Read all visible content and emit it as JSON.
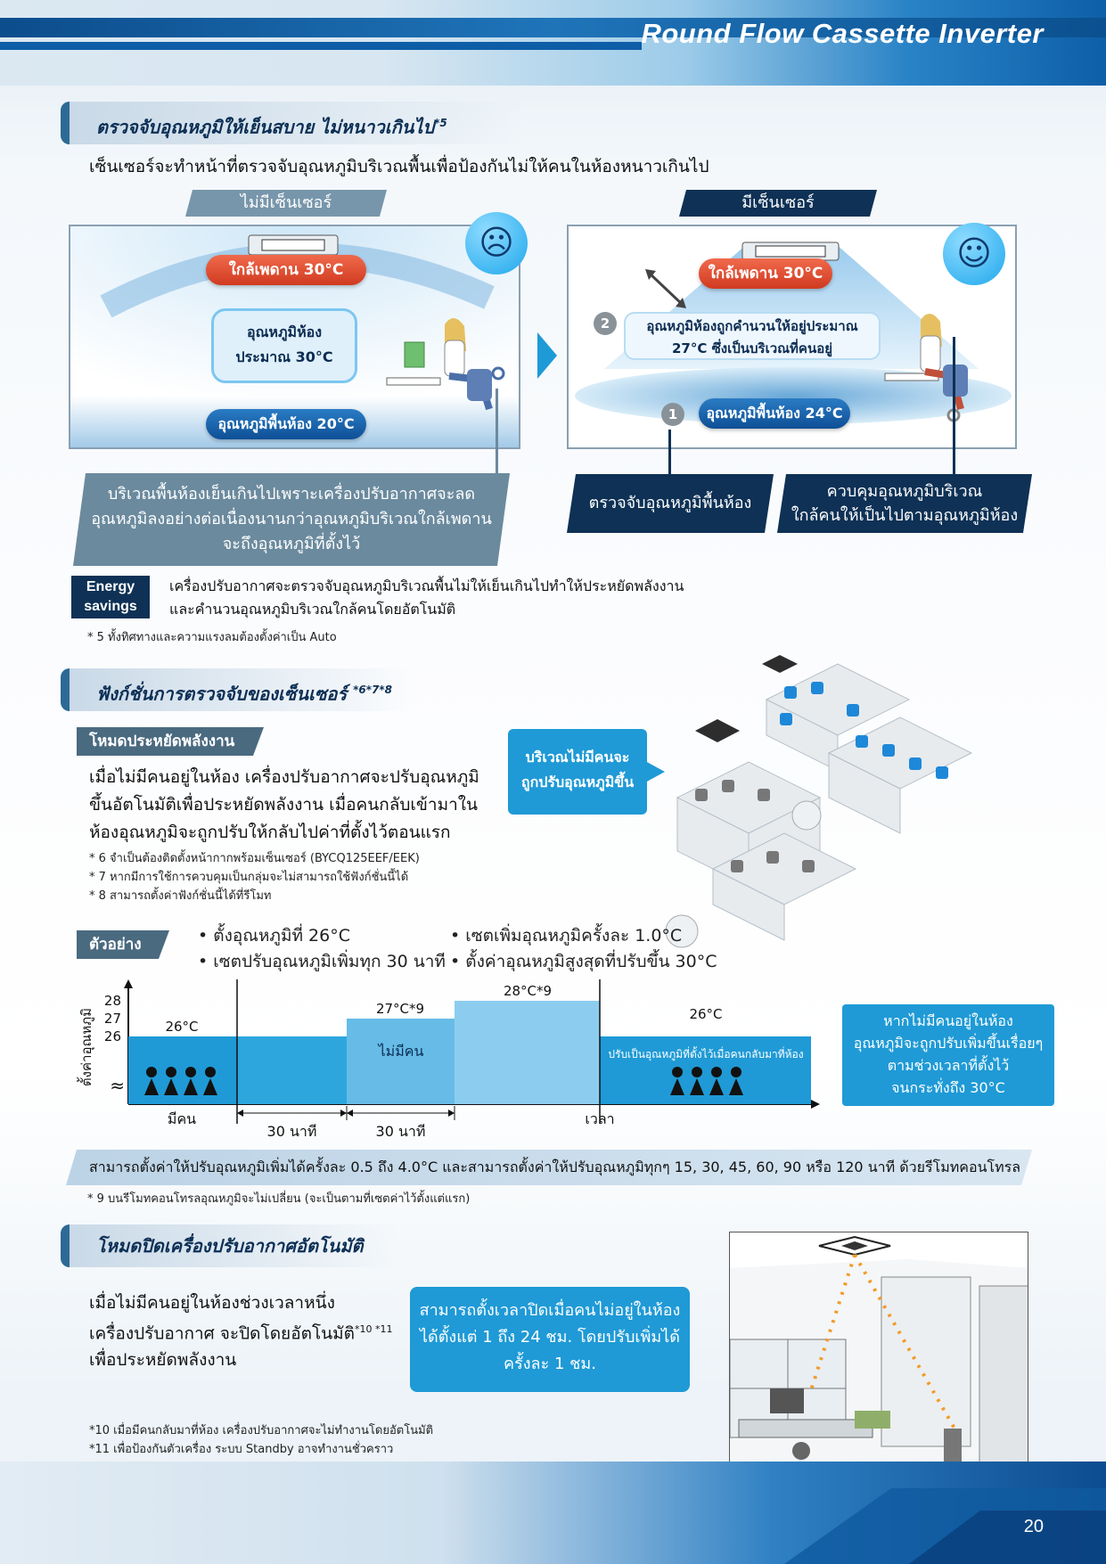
{
  "header": {
    "title": "Round Flow Cassette Inverter"
  },
  "section1": {
    "title": "ตรวจจับอุณหภูมิให้เย็นสบาย ไม่หนาวเกินไป",
    "title_sup": "*5",
    "intro": "เซ็นเซอร์จะทำหน้าที่ตรวจจับอุณหภูมิบริเวณพื้นเพื่อป้องกันไม่ให้คนในห้องหนาวเกินไป",
    "left": {
      "tag": "ไม่มีเซ็นเซอร์",
      "ceiling": "ใกล้เพดาน 30°C",
      "room_temp_line1": "อุณหภูมิห้อง",
      "room_temp_line2": "ประมาณ 30°C",
      "floor": "อุณหภูมิพื้นห้อง 20°C",
      "caption_line1": "บริเวณพื้นห้องเย็นเกินไปเพราะเครื่องปรับอากาศจะลด",
      "caption_line2": "อุณหภูมิลงอย่างต่อเนื่องนานกว่าอุณหภูมิบริเวณใกล้เพดาน",
      "caption_line3": "จะถึงอุณหภูมิที่ตั้งไว้"
    },
    "right": {
      "tag": "มีเซ็นเซอร์",
      "ceiling": "ใกล้เพดาน 30°C",
      "room_line1": "อุณหภูมิห้องถูกคำนวนให้อยู่ประมาณ",
      "room_line2": "27°C ซึ่งเป็นบริเวณที่คนอยู่",
      "floor": "อุณหภูมิพื้นห้อง 24°C",
      "num1": "1",
      "num2": "2",
      "caption_a": "ตรวจจับอุณหภูมิพื้นห้อง",
      "caption_b_line1": "ควบคุมอุณหภูมิบริเวณ",
      "caption_b_line2": "ใกล้คนให้เป็นไปตามอุณหภูมิห้อง"
    },
    "energy_badge_line1": "Energy",
    "energy_badge_line2": "savings",
    "energy_text_line1": "เครื่องปรับอากาศจะตรวจจับอุณหภูมิบริเวณพื้นไม่ให้เย็นเกินไปทำให้ประหยัดพลังงาน",
    "energy_text_line2": "และคำนวนอุณหภูมิบริเวณใกล้คนโดยอัตโนมัติ",
    "footnote": "* 5 ทั้งทิศทางและความแรงลมต้องตั้งค่าเป็น Auto"
  },
  "section2": {
    "title": "ฟังก์ชั่นการตรวจจับของเซ็นเซอร์",
    "title_sup": "*6*7*8",
    "subtag": "โหมดประหยัดพลังงาน",
    "body_line1": "เมื่อไม่มีคนอยู่ในห้อง เครื่องปรับอากาศจะปรับอุณหภูมิ",
    "body_line2": "ขึ้นอัตโนมัติเพื่อประหยัดพลังงาน เมื่อคนกลับเข้ามาใน",
    "body_line3": "ห้องอุณหภูมิจะถูกปรับให้กลับไปค่าที่ตั้งไว้ตอนแรก",
    "note6": "* 6 จำเป็นต้องติดตั้งหน้ากากพร้อมเซ็นเซอร์ (BYCQ125EEF/EEK)",
    "note7": "* 7 หากมีการใช้การควบคุมเป็นกลุ่มจะไม่สามารถใช้ฟังก์ชั่นนี้ได้",
    "note8": "* 8 สามารถตั้งค่าฟังก์ชั่นนี้ได้ที่รีโมท",
    "callout_line1": "บริเวณไม่มีคนจะ",
    "callout_line2": "ถูกปรับอุณหภูมิขึ้น",
    "example_tag": "ตัวอย่าง",
    "bullets": [
      "• ตั้งอุณหภูมิที่ 26°C",
      "• เซตปรับอุณหภูมิเพิ่มทุก 30 นาที",
      "• เซตเพิ่มอุณหภูมิครั้งละ 1.0°C",
      "• ตั้งค่าอุณหภูมิสูงสุดที่ปรับขึ้น  30°C"
    ],
    "chart_side_line1": "หากไม่มีคนอยู่ในห้อง",
    "chart_side_line2": "อุณหภูมิจะถูกปรับเพิ่มขึ้นเรื่อยๆ",
    "chart_side_line3": "ตามช่วงเวลาที่ตั้งไว้",
    "chart_side_line4": "จนกระทั่งถึง 30°C",
    "range_note": "สามารถตั้งค่าให้ปรับอุณหภูมิเพิ่มได้ครั้งละ 0.5 ถึง 4.0°C และสามารถตั้งค่าให้ปรับอุณหภูมิทุกๆ 15, 30, 45, 60, 90 หรือ 120 นาที ด้วยรีโมทคอนโทรล",
    "footnote9": "* 9 บนรีโมทคอนโทรลอุณหภูมิจะไม่เปลี่ยน (จะเป็นตามที่เซตค่าไว้ตั้งแต่แรก)"
  },
  "chart_data": {
    "type": "step-area",
    "ylabel": "ตั้งค่าอุณหภูมิ",
    "xlabel": "เวลา",
    "yticks": [
      "26",
      "27",
      "28"
    ],
    "axis_break": "≈",
    "segments": [
      {
        "label": "มีคน",
        "value": 26,
        "value_label": "26°C",
        "occupied": true
      },
      {
        "label": "ไม่มีคน",
        "value": 26,
        "value_label": "",
        "occupied": false
      },
      {
        "label": "",
        "value": 27,
        "value_label": "27°C*9",
        "occupied": false
      },
      {
        "label": "",
        "value": 28,
        "value_label": "28°C*9",
        "occupied": false
      },
      {
        "label": "ปรับเป็นอุณหภูมิที่ตั้งไว้เมื่อคนกลับมาที่ห้อง",
        "value": 26,
        "value_label": "26°C",
        "occupied": true
      }
    ],
    "interval_labels": [
      "30 นาที",
      "30 นาที"
    ],
    "absent_label": "ไม่มีคน"
  },
  "section3": {
    "title": "โหมดปิดเครื่องปรับอากาศอัตโนมัติ",
    "body_line1": "เมื่อไม่มีคนอยู่ในห้องช่วงเวลาหนึ่ง",
    "body_line2": "เครื่องปรับอากาศ จะปิดโดยอัตโนมัติ",
    "body_line2_sup": "*10 *11",
    "body_line3": "เพื่อประหยัดพลังงาน",
    "callout_line1": "สามารถตั้งเวลาปิดเมื่อคนไม่อยู่ในห้อง",
    "callout_line2": "ได้ตั้งแต่ 1 ถึง 24 ชม. โดยปรับเพิ่มได้",
    "callout_line3": "ครั้งละ 1 ชม.",
    "note10": "*10 เมื่อมีคนกลับมาที่ห้อง เครื่องปรับอากาศจะไม่ทำงานโดยอัตโนมัติ",
    "note11": "*11 เพื่อป้องกันตัวเครื่อง ระบบ Standby อาจทำงานชั่วคราว"
  },
  "page_number": "20",
  "colors": {
    "navy": "#0e3155",
    "sky": "#1f9ad6",
    "red": "#e04a2c",
    "steel": "#6b8a9e"
  }
}
